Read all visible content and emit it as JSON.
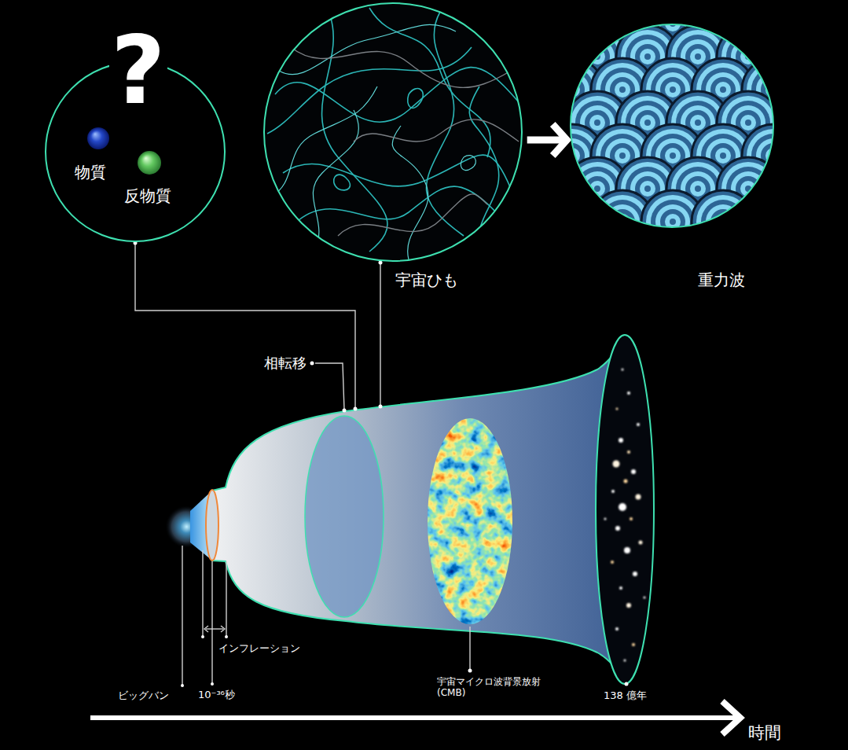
{
  "diagram": {
    "nodes": [
      {
        "text": [
          "?",
          "物質",
          "反物質"
        ]
      },
      {
        "text": [
          "宇宙ひも"
        ]
      },
      {
        "text": [
          "重力波"
        ]
      }
    ],
    "edges": [
      {
        "from": 1,
        "to": 2,
        "arrow": "to"
      }
    ],
    "labels": [
      "相転移",
      "インフレーション",
      "ビッグバン",
      "10⁻³⁶秒",
      "宇宙マイクロ波背景放射 (CMB)",
      "138 億年",
      "時間"
    ]
  }
}
